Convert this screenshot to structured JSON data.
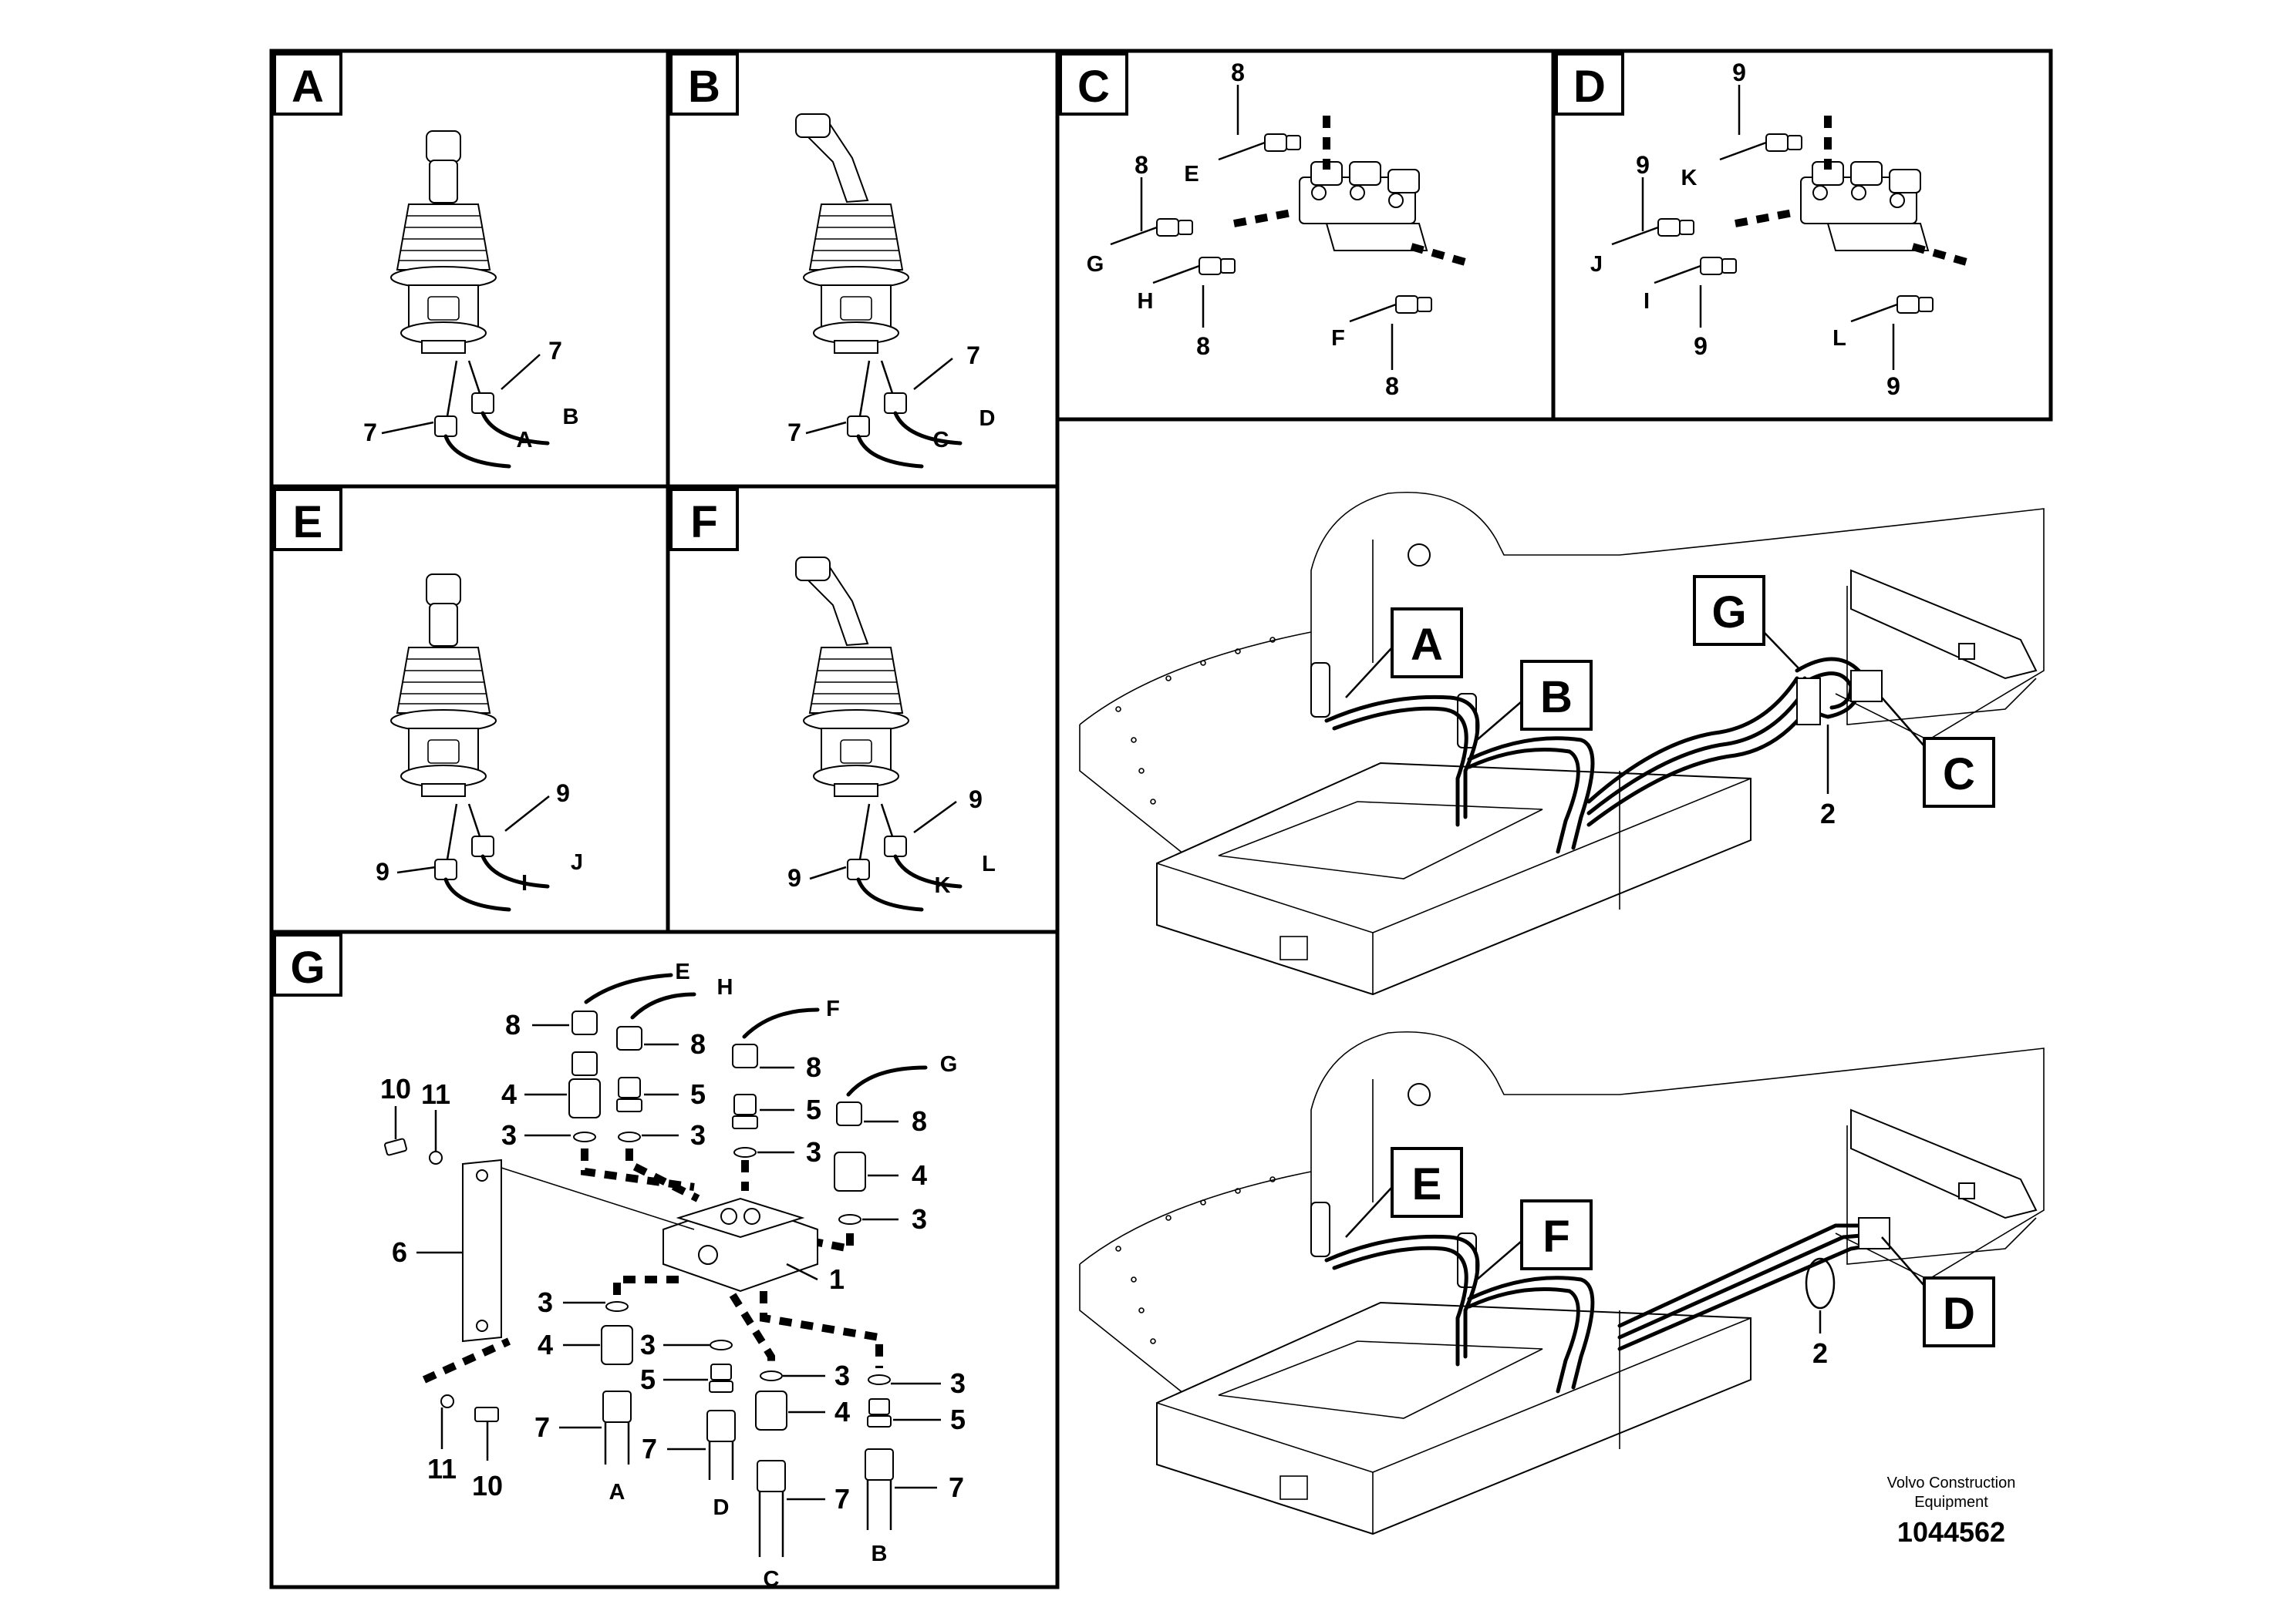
{
  "panels": {
    "A": {
      "tag": "A",
      "labels": {
        "n1": "7",
        "n2": "7",
        "c1": "A",
        "c2": "B"
      }
    },
    "B": {
      "tag": "B",
      "labels": {
        "n1": "7",
        "n2": "7",
        "c1": "C",
        "c2": "D"
      }
    },
    "C": {
      "tag": "C",
      "labels": {
        "top": "8",
        "g_num": "8",
        "e": "E",
        "g": "G",
        "h": "H",
        "h_num": "8",
        "f": "F",
        "f_num": "8"
      }
    },
    "D": {
      "tag": "D",
      "labels": {
        "top": "9",
        "j_num": "9",
        "k": "K",
        "j": "J",
        "i": "I",
        "i_num": "9",
        "l": "L",
        "l_num": "9"
      }
    },
    "E": {
      "tag": "E",
      "labels": {
        "n1": "9",
        "n2": "9",
        "c1": "I",
        "c2": "J"
      }
    },
    "F": {
      "tag": "F",
      "labels": {
        "n1": "9",
        "n2": "9",
        "c1": "K",
        "c2": "L"
      }
    },
    "G": {
      "tag": "G",
      "labels": {
        "e": "E",
        "h": "H",
        "f": "F",
        "g": "G",
        "p8a": "8",
        "p8b": "8",
        "p8c": "8",
        "p8d": "8",
        "p4a": "4",
        "p5a": "5",
        "p5b": "5",
        "p4b": "4",
        "p3a": "3",
        "p3b": "3",
        "p3c": "3",
        "p3d": "3",
        "p10a": "10",
        "p11a": "11",
        "p6": "6",
        "p1": "1",
        "p3e": "3",
        "p4c": "4",
        "p3f": "3",
        "p5c": "5",
        "p3g": "3",
        "p4d": "4",
        "p3h": "3",
        "p5d": "5",
        "p7a": "7",
        "p7b": "7",
        "p7c": "7",
        "p7d": "7",
        "p11b": "11",
        "p10b": "10",
        "ca": "A",
        "cd": "D",
        "cc": "C",
        "cb": "B"
      }
    }
  },
  "overview": {
    "upper": {
      "callouts": [
        "A",
        "B",
        "G",
        "C"
      ],
      "part": "2"
    },
    "lower": {
      "callouts": [
        "E",
        "F",
        "D"
      ],
      "part": "2"
    }
  },
  "footer": {
    "brand_line1": "Volvo Construction",
    "brand_line2": "Equipment",
    "ref_number": "1044562"
  }
}
